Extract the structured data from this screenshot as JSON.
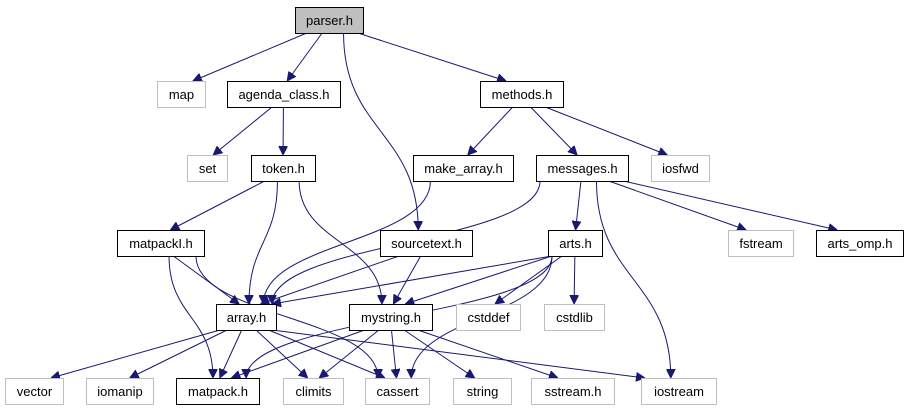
{
  "diagram": {
    "title": "parser.h include dependency graph",
    "colors": {
      "edge": "#191970",
      "root_fill": "#bfbfbf",
      "local_border": "#000000",
      "system_border": "#bfbfbf"
    },
    "nodes": [
      {
        "id": "parser",
        "label": "parser.h",
        "kind": "root"
      },
      {
        "id": "map",
        "label": "map",
        "kind": "system"
      },
      {
        "id": "agenda_class",
        "label": "agenda_class.h",
        "kind": "local"
      },
      {
        "id": "methods",
        "label": "methods.h",
        "kind": "local"
      },
      {
        "id": "set",
        "label": "set",
        "kind": "system"
      },
      {
        "id": "token",
        "label": "token.h",
        "kind": "local"
      },
      {
        "id": "make_array",
        "label": "make_array.h",
        "kind": "local"
      },
      {
        "id": "messages",
        "label": "messages.h",
        "kind": "local"
      },
      {
        "id": "iosfwd",
        "label": "iosfwd",
        "kind": "system"
      },
      {
        "id": "matpackI",
        "label": "matpackI.h",
        "kind": "local"
      },
      {
        "id": "sourcetext",
        "label": "sourcetext.h",
        "kind": "local"
      },
      {
        "id": "arts",
        "label": "arts.h",
        "kind": "local"
      },
      {
        "id": "fstream",
        "label": "fstream",
        "kind": "system"
      },
      {
        "id": "arts_omp",
        "label": "arts_omp.h",
        "kind": "local"
      },
      {
        "id": "array",
        "label": "array.h",
        "kind": "local"
      },
      {
        "id": "mystring",
        "label": "mystring.h",
        "kind": "local"
      },
      {
        "id": "cstddef",
        "label": "cstddef",
        "kind": "system"
      },
      {
        "id": "cstdlib",
        "label": "cstdlib",
        "kind": "system"
      },
      {
        "id": "vector",
        "label": "vector",
        "kind": "system"
      },
      {
        "id": "iomanip",
        "label": "iomanip",
        "kind": "system"
      },
      {
        "id": "matpack",
        "label": "matpack.h",
        "kind": "local"
      },
      {
        "id": "climits",
        "label": "climits",
        "kind": "system"
      },
      {
        "id": "cassert",
        "label": "cassert",
        "kind": "system"
      },
      {
        "id": "string",
        "label": "string",
        "kind": "system"
      },
      {
        "id": "sstream",
        "label": "sstream.h",
        "kind": "system"
      },
      {
        "id": "iostream",
        "label": "iostream",
        "kind": "system"
      }
    ],
    "edges": [
      [
        "parser",
        "map"
      ],
      [
        "parser",
        "agenda_class"
      ],
      [
        "parser",
        "sourcetext"
      ],
      [
        "parser",
        "methods"
      ],
      [
        "agenda_class",
        "set"
      ],
      [
        "agenda_class",
        "token"
      ],
      [
        "methods",
        "make_array"
      ],
      [
        "methods",
        "messages"
      ],
      [
        "methods",
        "iosfwd"
      ],
      [
        "token",
        "matpackI"
      ],
      [
        "token",
        "array"
      ],
      [
        "token",
        "mystring"
      ],
      [
        "make_array",
        "array"
      ],
      [
        "messages",
        "arts"
      ],
      [
        "messages",
        "fstream"
      ],
      [
        "messages",
        "arts_omp"
      ],
      [
        "messages",
        "iostream"
      ],
      [
        "messages",
        "array"
      ],
      [
        "matpackI",
        "array"
      ],
      [
        "matpackI",
        "matpack"
      ],
      [
        "matpackI",
        "cassert"
      ],
      [
        "sourcetext",
        "array"
      ],
      [
        "sourcetext",
        "mystring"
      ],
      [
        "arts",
        "array"
      ],
      [
        "arts",
        "mystring"
      ],
      [
        "arts",
        "cstddef"
      ],
      [
        "arts",
        "cstdlib"
      ],
      [
        "arts",
        "cassert"
      ],
      [
        "arts",
        "matpack"
      ],
      [
        "array",
        "vector"
      ],
      [
        "array",
        "iomanip"
      ],
      [
        "array",
        "matpack"
      ],
      [
        "array",
        "climits"
      ],
      [
        "array",
        "cassert"
      ],
      [
        "array",
        "iostream"
      ],
      [
        "mystring",
        "matpack"
      ],
      [
        "mystring",
        "climits"
      ],
      [
        "mystring",
        "cassert"
      ],
      [
        "mystring",
        "string"
      ],
      [
        "mystring",
        "sstream"
      ]
    ]
  }
}
